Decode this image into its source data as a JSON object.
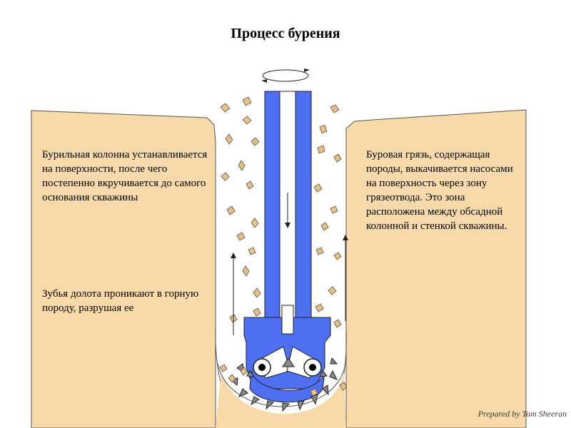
{
  "title": "Процесс бурения",
  "texts": {
    "left_top": "Бурильная колонна устанавливается на поверхности, после чего постепенно вкручивается до самого основания скважины",
    "left_bottom": "Зубья долота проникают в горную породу, разрушая ее",
    "right": "Буровая грязь, содержащая породы, выкачивается насосами на поверхность через зону грязеотвода. Это зона расположена между обсадной колонной и стенкой скважины."
  },
  "credit": "Prepared by Tom Sheeran",
  "colors": {
    "ground": "#f8d9aa",
    "pipe": "#4f6ff2",
    "cuttings": "#e9c084",
    "teeth": "#888888"
  }
}
